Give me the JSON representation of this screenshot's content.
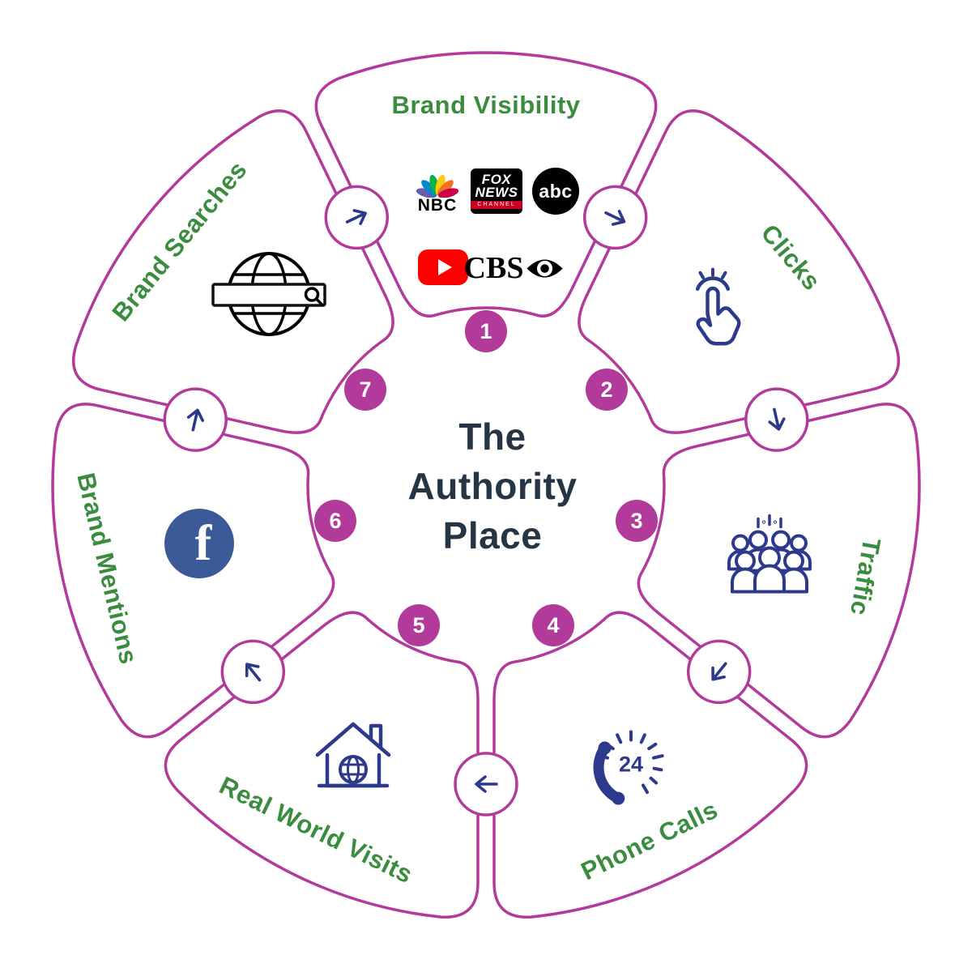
{
  "title": {
    "text": "The\nAuthority\nPlace"
  },
  "segments": [
    {
      "number": "1",
      "label": "Brand Visibility"
    },
    {
      "number": "2",
      "label": "Clicks"
    },
    {
      "number": "3",
      "label": "Traffic"
    },
    {
      "number": "4",
      "label": "Phone Calls"
    },
    {
      "number": "5",
      "label": "Real World Visits"
    },
    {
      "number": "6",
      "label": "Brand Mentions"
    },
    {
      "number": "7",
      "label": "Brand Searches"
    }
  ],
  "logos": {
    "nbc": "NBC",
    "fox_line1": "FOX",
    "fox_line2": "NEWS",
    "fox_channel": "channel",
    "abc": "abc",
    "cbs": "CBS",
    "facebook": "f"
  },
  "phone": {
    "badge_text": "24"
  },
  "icons": {
    "brand_visibility": "media-network-logos",
    "clicks": "tap-hand-icon",
    "traffic": "crowd-icon",
    "phone_calls": "24h-phone-icon",
    "real_world_visits": "house-globe-icon",
    "brand_mentions": "facebook-icon",
    "brand_searches": "globe-search-icon"
  },
  "colors": {
    "accent": "#b23a9a",
    "green": "#3a8c3e",
    "navy": "#2d3a8c",
    "dark": "#263544",
    "facebook": "#3d5a98",
    "youtube": "#ff0000",
    "fox_red": "#c8001e",
    "logo_black": "#000000"
  }
}
